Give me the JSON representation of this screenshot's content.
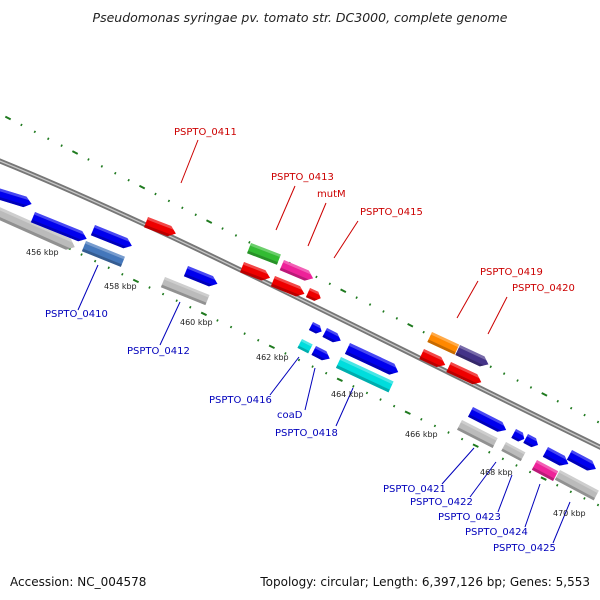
{
  "title": "Pseudomonas syringae pv. tomato str. DC3000, complete genome",
  "footer": {
    "accession": "Accession: NC_004578",
    "summary": "Topology: circular; Length: 6,397,126 bp; Genes: 5,553"
  },
  "colors": {
    "backbone": "#8c8c8c",
    "dots": "#1f7a1f",
    "label_forward": "#cc0000",
    "label_reverse": "#0000bb"
  },
  "ticks": [
    "456 kbp",
    "458 kbp",
    "460 kbp",
    "462 kbp",
    "464 kbp",
    "466 kbp",
    "468 kbp",
    "470 kbp"
  ],
  "genes": [
    {
      "name": "PSPTO_0410",
      "color": "#4477bb"
    },
    {
      "name": "PSPTO_0411",
      "color": "#ee0000"
    },
    {
      "name": "PSPTO_0412",
      "color": "#0000ee"
    },
    {
      "name": "PSPTO_0413",
      "color": "#33bb33"
    },
    {
      "name": "mutM",
      "color": "#ee2299"
    },
    {
      "name": "PSPTO_0415",
      "color": "#ee0000"
    },
    {
      "name": "PSPTO_0416",
      "color": "#00dddd"
    },
    {
      "name": "coaD",
      "color": "#0000ee"
    },
    {
      "name": "PSPTO_0418",
      "color": "#00dddd"
    },
    {
      "name": "PSPTO_0419",
      "color": "#ff8800"
    },
    {
      "name": "PSPTO_0420",
      "color": "#443388"
    },
    {
      "name": "PSPTO_0421",
      "color": "#0000ee"
    },
    {
      "name": "PSPTO_0422",
      "color": "#bbbbbb"
    },
    {
      "name": "PSPTO_0423",
      "color": "#0000ee"
    },
    {
      "name": "PSPTO_0424",
      "color": "#ee2299"
    },
    {
      "name": "PSPTO_0425",
      "color": "#0000ee"
    }
  ]
}
